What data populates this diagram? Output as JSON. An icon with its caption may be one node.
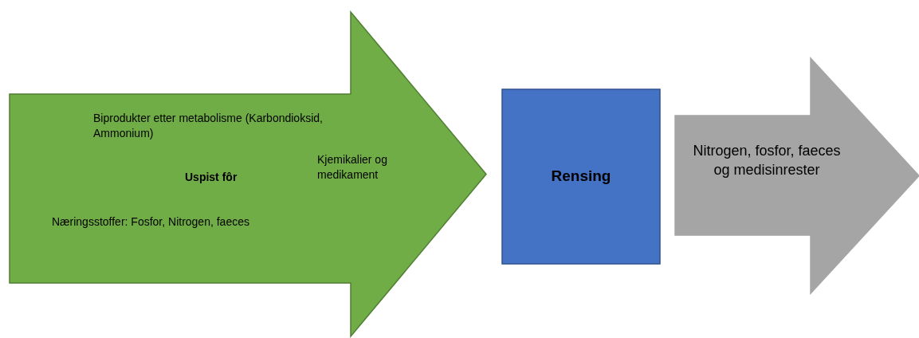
{
  "diagram": {
    "nodes": [
      {
        "text": [
          "Biprodukter etter metabolisme (Karbondioksid, Ammonium)",
          "Uspist fôr",
          "Kjemikalier og medikament",
          "Næringsstoffer: Fosfor, Nitrogen, faeces"
        ]
      },
      {
        "text": [
          "Rensing"
        ]
      },
      {
        "text": [
          "Nitrogen, fosfor, faeces og medisinrester"
        ]
      }
    ]
  }
}
